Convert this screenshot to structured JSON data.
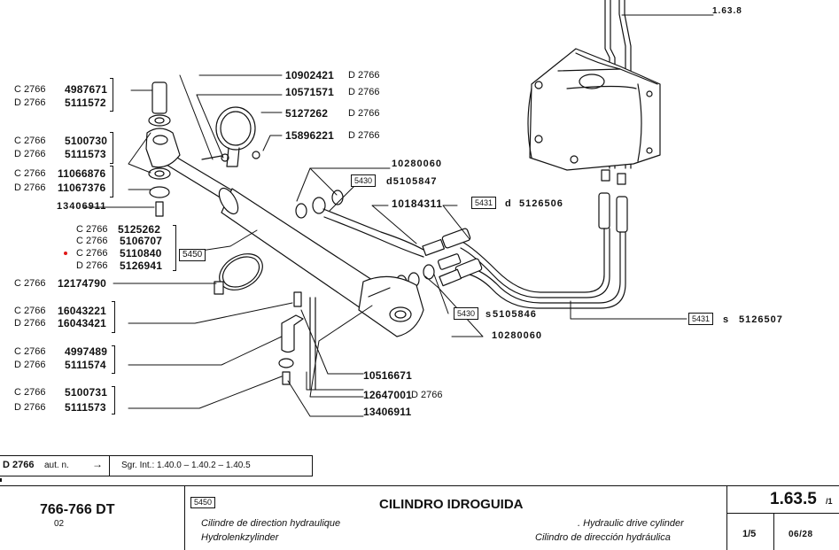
{
  "left_callouts": [
    {
      "group": "pin",
      "rows": [
        {
          "prefix": "C 2766",
          "part": "4987671"
        },
        {
          "prefix": "D 2766",
          "part": "5111572"
        }
      ]
    },
    {
      "group": "bushing",
      "rows": [
        {
          "prefix": "C 2766",
          "part": "5100730"
        },
        {
          "prefix": "D 2766",
          "part": "5111573"
        }
      ]
    },
    {
      "group": "washer",
      "rows": [
        {
          "prefix": "C 2766",
          "part": "11066876"
        },
        {
          "prefix": "D 2766",
          "part": "11067376"
        }
      ]
    },
    {
      "group": "grease-nipple",
      "rows": [
        {
          "prefix": "",
          "part": "13406911"
        }
      ]
    },
    {
      "group": "cylinder",
      "rows": [
        {
          "prefix": "C 2766",
          "part": "5125262",
          "marked": false
        },
        {
          "prefix": "C 2766",
          "part": "5106707",
          "marked": false
        },
        {
          "prefix": "C 2766",
          "part": "5110840",
          "marked": true
        },
        {
          "prefix": "D 2766",
          "part": "5126941",
          "marked": false
        }
      ],
      "ref_box": "5450"
    },
    {
      "group": "hose-clamp",
      "rows": [
        {
          "prefix": "C 2766",
          "part": "12174790"
        }
      ]
    },
    {
      "group": "bolt",
      "rows": [
        {
          "prefix": "C 2766",
          "part": "16043221"
        },
        {
          "prefix": "D 2766",
          "part": "16043421"
        }
      ]
    },
    {
      "group": "bracket",
      "rows": [
        {
          "prefix": "C 2766",
          "part": "4997489"
        },
        {
          "prefix": "D 2766",
          "part": "5111574"
        }
      ]
    },
    {
      "group": "bushing-2",
      "rows": [
        {
          "prefix": "C 2766",
          "part": "5100731"
        },
        {
          "prefix": "D 2766",
          "part": "5111573"
        }
      ]
    }
  ],
  "top_callouts": [
    {
      "part": "10902421",
      "suffix": "D 2766"
    },
    {
      "part": "10571571",
      "suffix": "D 2766"
    },
    {
      "part": "5127262",
      "suffix": "D 2766"
    },
    {
      "part": "15896221",
      "suffix": "D 2766"
    }
  ],
  "hose_callouts": {
    "seal_top": "10280060",
    "pipe_a_box": "5430",
    "pipe_a_part": "d5105847",
    "banjo_bolt": "10184311",
    "hose_a_box": "5431",
    "hose_a_code": "d",
    "hose_a_part": "5126506",
    "pipe_b_box": "5430",
    "pipe_b_code": "s",
    "pipe_b_part": "5105846",
    "seal_bottom": "10280060",
    "hose_b_box": "5431",
    "hose_b_code": "s",
    "hose_b_part": "5126507",
    "pump_ref": "1.63.8"
  },
  "bottom_callouts": [
    {
      "part": "10516671",
      "suffix": ""
    },
    {
      "part": "12647001",
      "suffix": "D 2766"
    },
    {
      "part": "13406911",
      "suffix": ""
    }
  ],
  "legend_bar": {
    "code": "D 2766",
    "code_desc": "aut. n.",
    "arrow": "→",
    "sgr": "Sgr. Int.: 1.40.0 – 1.40.2 – 1.40.5"
  },
  "title_block": {
    "model": "766-766 DT",
    "model_sub": "02",
    "group_box": "5450",
    "title": "CILINDRO IDROGUIDA",
    "fr": "Cilindre de direction hydraulique",
    "de": "Hydrolenkzylinder",
    "en": ". Hydraulic drive cylinder",
    "es": "Cilindro de dirección hydráulica",
    "page_ref": "1.63.5",
    "page_ref_sub": "/1",
    "sheet": "1/5",
    "date": "06/28"
  },
  "colors": {
    "ink": "#111111",
    "marker": "#e01818",
    "paper": "#ffffff"
  }
}
